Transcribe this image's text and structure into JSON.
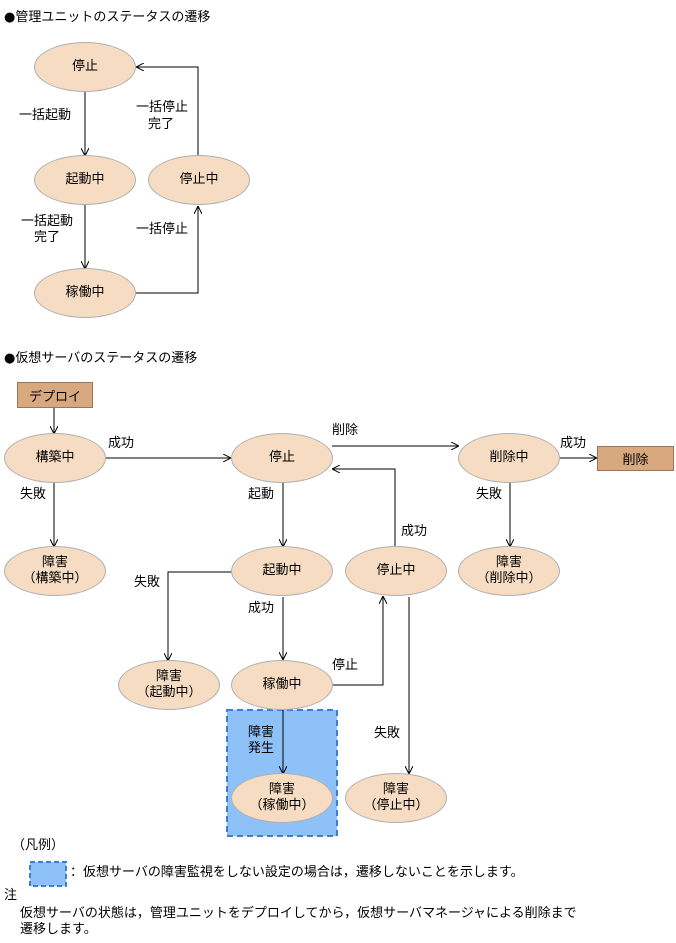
{
  "section1": {
    "heading": "●管理ユニットのステータスの遷移",
    "nodes": {
      "stopped": "停止",
      "starting": "起動中",
      "stopping": "停止中",
      "running": "稼働中"
    },
    "labels": {
      "bulk_start": "一括起動",
      "bulk_start_done_1": "一括起動",
      "bulk_start_done_2": "完了",
      "bulk_stop_done_1": "一括停止",
      "bulk_stop_done_2": "完了",
      "bulk_stop": "一括停止"
    }
  },
  "section2": {
    "heading": "●仮想サーバのステータスの遷移",
    "boxes": {
      "deploy": "デプロイ",
      "delete": "削除"
    },
    "nodes": {
      "building": "構築中",
      "stopped": "停止",
      "deleting": "削除中",
      "fault_building_1": "障害",
      "fault_building_2": "（構築中）",
      "starting": "起動中",
      "stopping": "停止中",
      "fault_deleting_1": "障害",
      "fault_deleting_2": "（削除中）",
      "fault_starting_1": "障害",
      "fault_starting_2": "（起動中）",
      "running": "稼働中",
      "fault_running_1": "障害",
      "fault_running_2": "（稼働中）",
      "fault_stopping_1": "障害",
      "fault_stopping_2": "（停止中）"
    },
    "labels": {
      "success_build": "成功",
      "delete": "削除",
      "success_delete": "成功",
      "fail_build": "失敗",
      "start": "起動",
      "fail_delete": "失敗",
      "success_stop": "成功",
      "fail_start": "失敗",
      "success_start": "成功",
      "stop": "停止",
      "fault_occur_1": "障害",
      "fault_occur_2": "発生",
      "fail_stop": "失敗"
    }
  },
  "legend": {
    "title": "（凡例）",
    "text": "：仮想サーバの障害監視をしない設定の場合は，遷移しないことを示します。"
  },
  "note": {
    "title": "注",
    "line1": "仮想サーバの状態は，管理ユニットをデプロイしてから，仮想サーバマネージャによる削除まで",
    "line2": "遷移します。"
  },
  "colors": {
    "node_fill": "#f5dcc2",
    "box_fill": "#d8a87e",
    "fault_region_fill": "#8ec1f8",
    "fault_region_border": "#3d7fd6"
  }
}
